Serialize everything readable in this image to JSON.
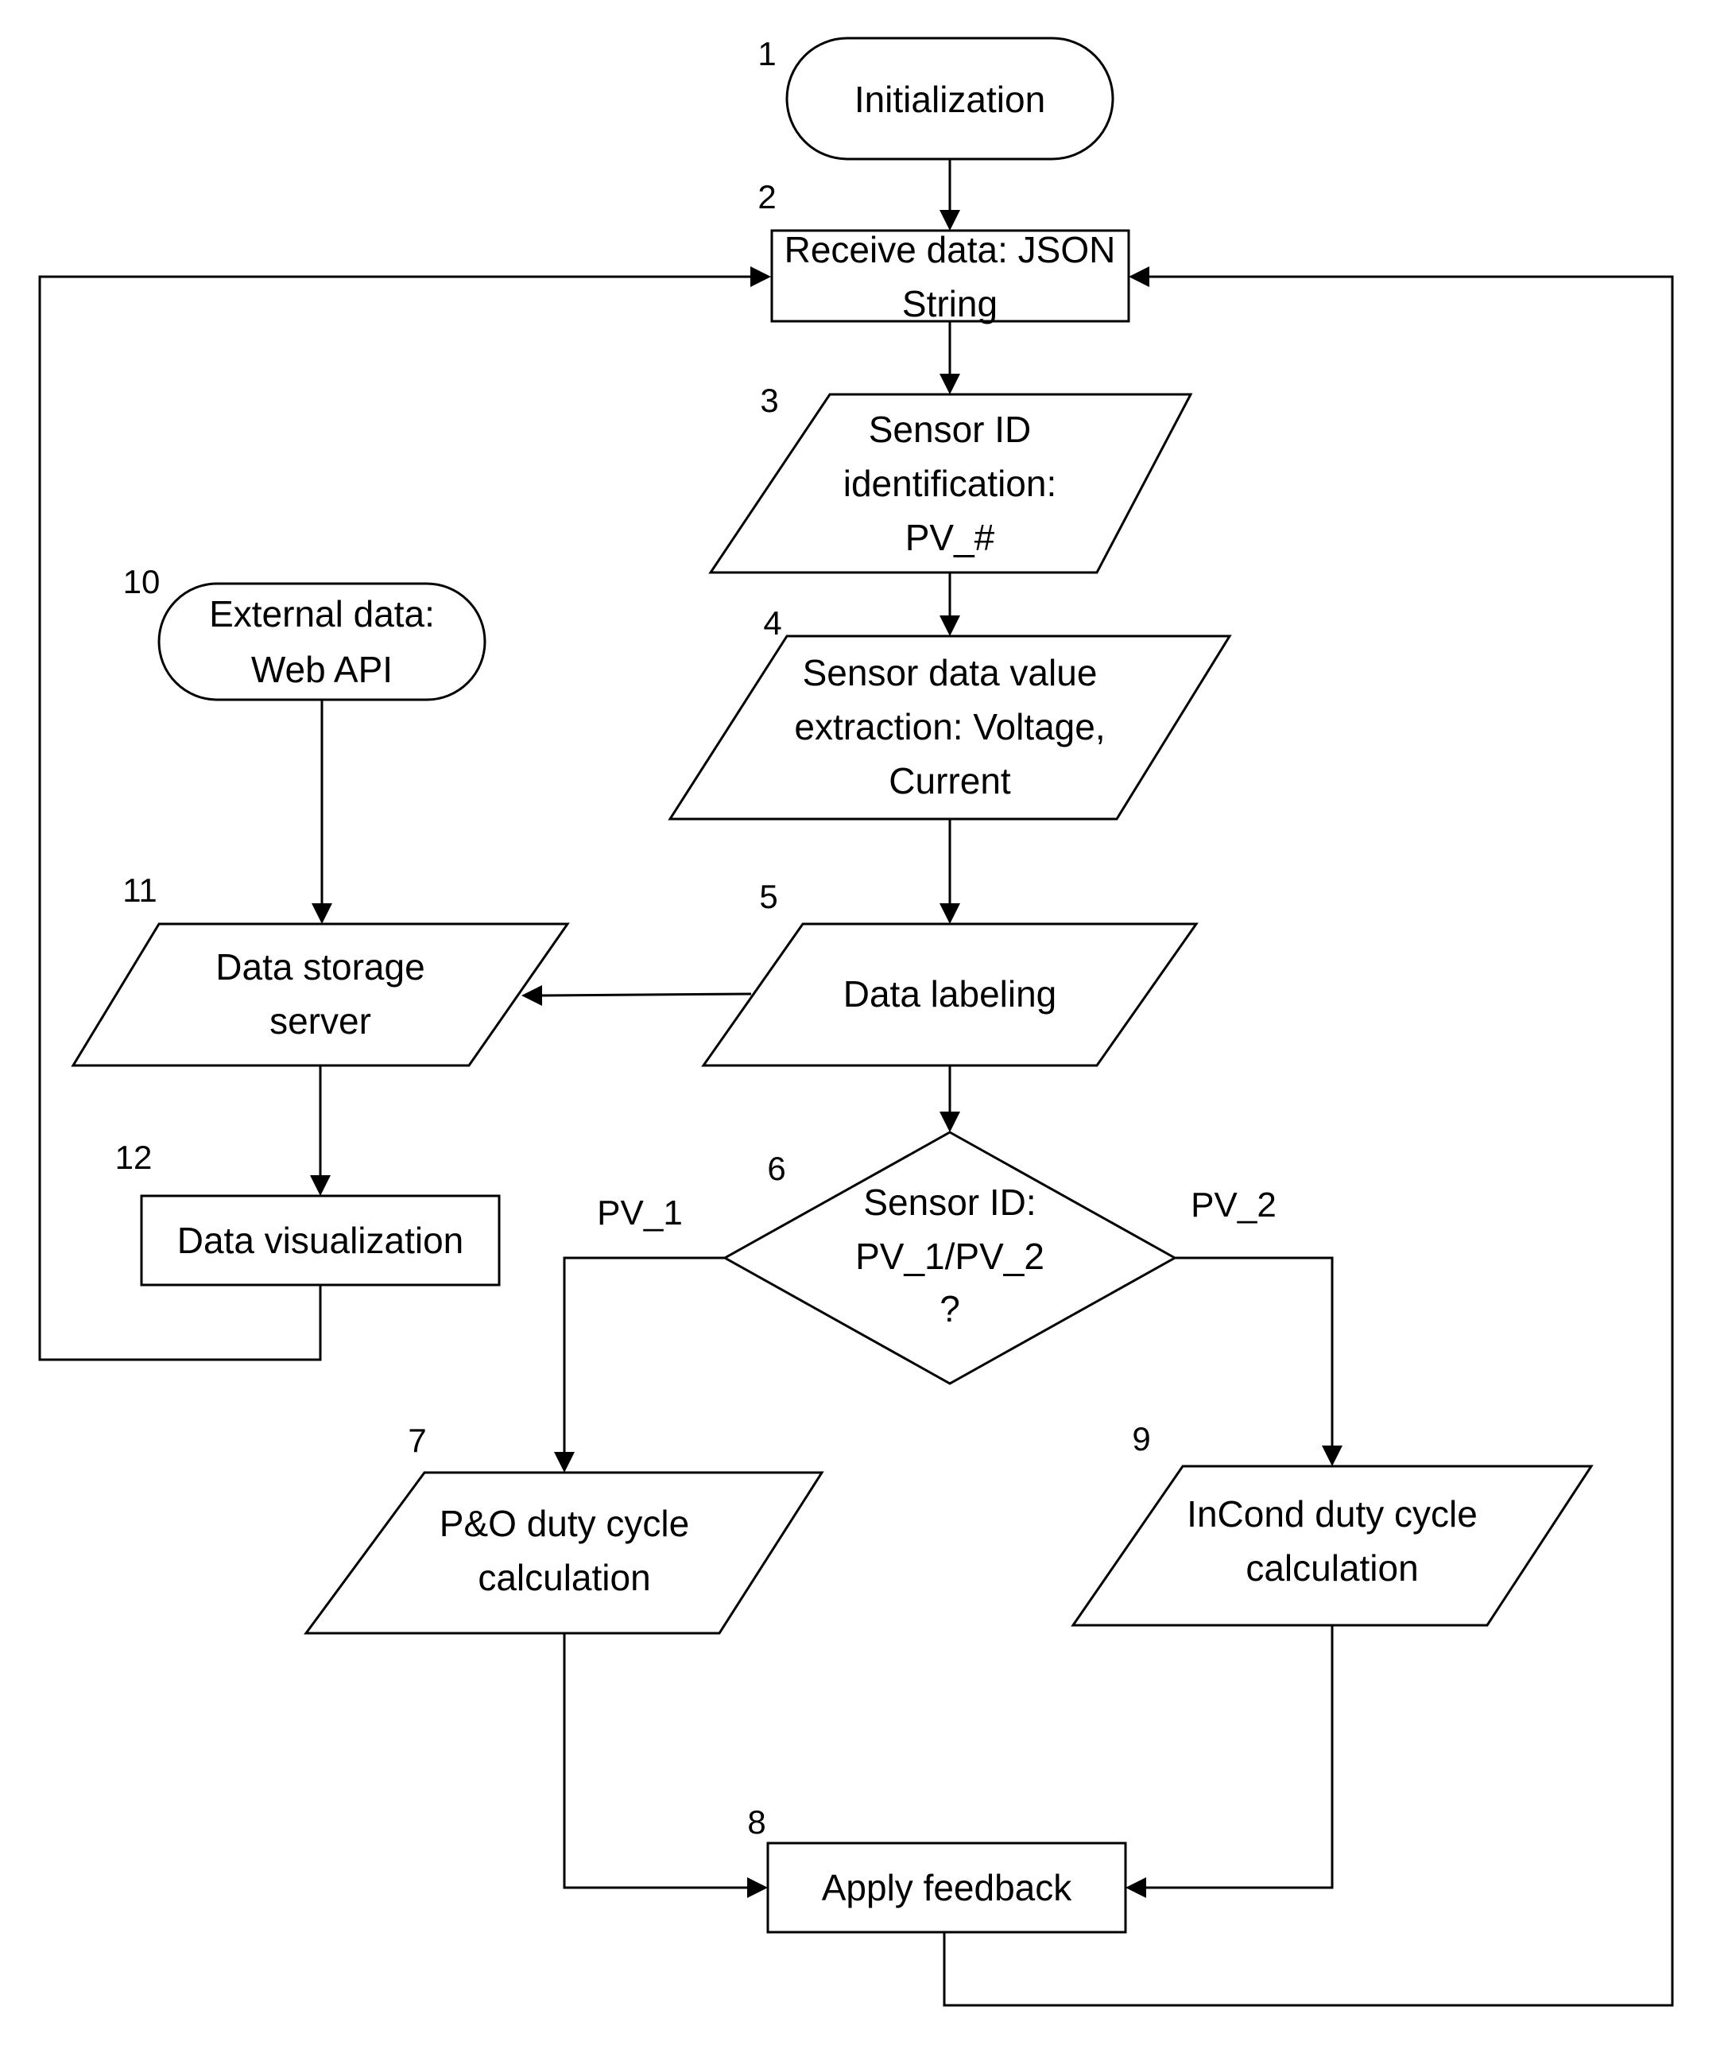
{
  "nodes": {
    "n1": {
      "number": "1",
      "lines": [
        "Initialization"
      ]
    },
    "n2": {
      "number": "2",
      "lines": [
        "Receive data: JSON",
        "String"
      ]
    },
    "n3": {
      "number": "3",
      "lines": [
        "Sensor ID",
        "identification:",
        "PV_#"
      ]
    },
    "n4": {
      "number": "4",
      "lines": [
        "Sensor data value",
        "extraction: Voltage,",
        "Current"
      ]
    },
    "n5": {
      "number": "5",
      "lines": [
        "Data labeling"
      ]
    },
    "n6": {
      "number": "6",
      "lines": [
        "Sensor ID:",
        "PV_1/PV_2",
        "?"
      ]
    },
    "n7": {
      "number": "7",
      "lines": [
        "P&O duty cycle",
        "calculation"
      ]
    },
    "n8": {
      "number": "8",
      "lines": [
        "Apply feedback"
      ]
    },
    "n9": {
      "number": "9",
      "lines": [
        "InCond duty cycle",
        "calculation"
      ]
    },
    "n10": {
      "number": "10",
      "lines": [
        "External data:",
        "Web API"
      ]
    },
    "n11": {
      "number": "11",
      "lines": [
        "Data storage",
        "server"
      ]
    },
    "n12": {
      "number": "12",
      "lines": [
        "Data visualization"
      ]
    }
  },
  "branches": {
    "left": "PV_1",
    "right": "PV_2"
  }
}
